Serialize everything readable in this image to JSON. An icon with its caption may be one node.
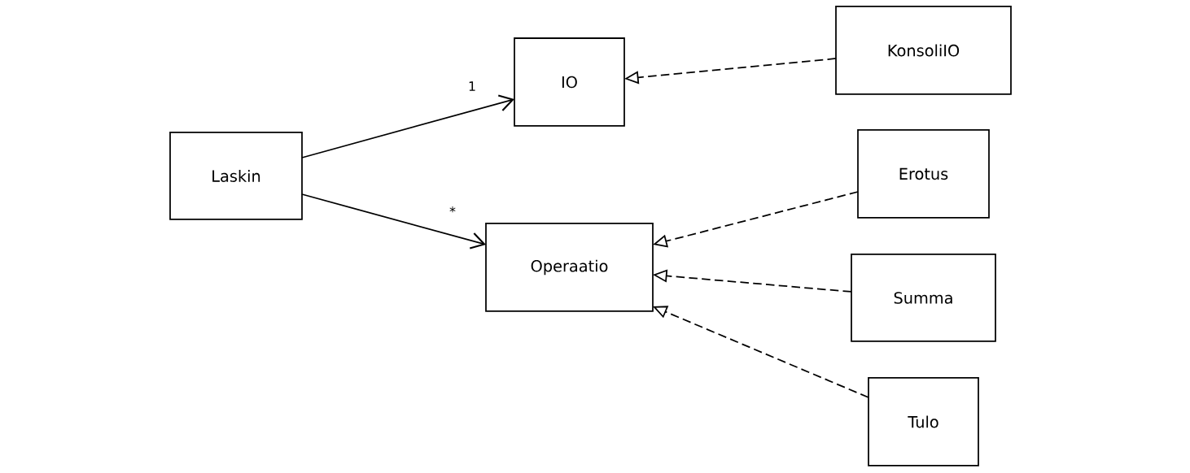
{
  "diagram": {
    "nodes": [
      {
        "text": [
          "Laskin"
        ]
      },
      {
        "text": [
          "IO"
        ]
      },
      {
        "text": [
          "KonsoliIO"
        ]
      },
      {
        "text": [
          "Operaatio"
        ]
      },
      {
        "text": [
          "Erotus"
        ]
      },
      {
        "text": [
          "Summa"
        ]
      },
      {
        "text": [
          "Tulo"
        ]
      }
    ],
    "edges": [
      {
        "from": 0,
        "to": 1,
        "arrow": "to",
        "label": "1"
      },
      {
        "from": 0,
        "to": 3,
        "arrow": "to",
        "label": "*"
      },
      {
        "from": 2,
        "to": 1,
        "arrow": "to",
        "style": "dashed"
      },
      {
        "from": 4,
        "to": 3,
        "arrow": "to",
        "style": "dashed"
      },
      {
        "from": 5,
        "to": 3,
        "arrow": "to",
        "style": "dashed"
      },
      {
        "from": 6,
        "to": 3,
        "arrow": "to",
        "style": "dashed"
      }
    ]
  }
}
